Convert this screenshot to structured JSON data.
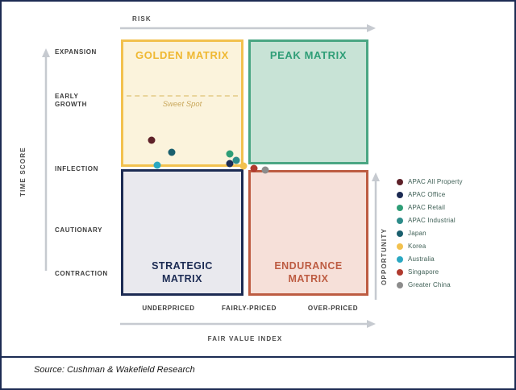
{
  "axes": {
    "risk_label": "RISK",
    "time_score_label": "TIME SCORE",
    "opportunity_label": "OPPORTUNITY",
    "fair_value_label": "FAIR VALUE INDEX",
    "y_ticks": [
      "EXPANSION",
      "EARLY GROWTH",
      "INFLECTION",
      "CAUTIONARY",
      "CONTRACTION"
    ],
    "x_ticks": [
      "UNDERPRICED",
      "FAIRLY-PRICED",
      "OVER-PRICED"
    ]
  },
  "quadrants": {
    "golden": {
      "title": "GOLDEN MATRIX",
      "sweet_spot": "Sweet Spot",
      "border": "#F2C14E",
      "fill": "#FBF3DC",
      "title_color": "#EFB832"
    },
    "peak": {
      "title": "PEAK MATRIX",
      "border": "#4AA683",
      "fill": "#C8E3D6",
      "title_color": "#2F9E77"
    },
    "strategic": {
      "title": "STRATEGIC MATRIX",
      "border": "#1C2B53",
      "fill": "#E9E9EE",
      "title_color": "#1C2B53"
    },
    "endurance": {
      "title": "ENDURANCE MATRIX",
      "border": "#BD5C42",
      "fill": "#F6E0D9",
      "title_color": "#BD5C42"
    }
  },
  "legend": [
    {
      "label": "APAC All Property",
      "color": "#5E2129"
    },
    {
      "label": "APAC Office",
      "color": "#1C2B53"
    },
    {
      "label": "APAC Retail",
      "color": "#2F9E77"
    },
    {
      "label": "APAC Industrial",
      "color": "#2E8C8A"
    },
    {
      "label": "Japan",
      "color": "#1A5F6E"
    },
    {
      "label": "Korea",
      "color": "#F2C14E"
    },
    {
      "label": "Australia",
      "color": "#2BA8C2"
    },
    {
      "label": "Singapore",
      "color": "#B03A2E"
    },
    {
      "label": "Greater China",
      "color": "#8C8C8C"
    }
  ],
  "points": [
    {
      "label": "APAC All Property",
      "color": "#5E2129",
      "x_pct": 12.4,
      "y_pct": 39.3
    },
    {
      "label": "Japan",
      "color": "#1A5F6E",
      "x_pct": 20.5,
      "y_pct": 44.0
    },
    {
      "label": "Australia",
      "color": "#2BA8C2",
      "x_pct": 14.7,
      "y_pct": 49.1
    },
    {
      "label": "APAC Retail",
      "color": "#2F9E77",
      "x_pct": 44.0,
      "y_pct": 44.7
    },
    {
      "label": "APAC Office",
      "color": "#1C2B53",
      "x_pct": 44.0,
      "y_pct": 48.4
    },
    {
      "label": "APAC Industrial",
      "color": "#2E8C8A",
      "x_pct": 46.6,
      "y_pct": 47.2
    },
    {
      "label": "Korea",
      "color": "#F2C14E",
      "x_pct": 49.5,
      "y_pct": 49.4
    },
    {
      "label": "Singapore",
      "color": "#B03A2E",
      "x_pct": 53.7,
      "y_pct": 50.3
    },
    {
      "label": "Greater China",
      "color": "#8C8C8C",
      "x_pct": 58.3,
      "y_pct": 50.9
    }
  ],
  "source_note": "Source: Cushman & Wakefield Research",
  "chart_data": {
    "type": "scatter",
    "title": "Fair Value Index vs Time Score quadrant matrix",
    "xlabel": "FAIR VALUE INDEX",
    "ylabel": "TIME SCORE",
    "top_axis_label": "RISK",
    "right_axis_label": "OPPORTUNITY",
    "x_ticks": [
      "UNDERPRICED",
      "FAIRLY-PRICED",
      "OVER-PRICED"
    ],
    "y_ticks_top_to_bottom": [
      "EXPANSION",
      "EARLY GROWTH",
      "INFLECTION",
      "CAUTIONARY",
      "CONTRACTION"
    ],
    "grid": false,
    "legend_position": "right",
    "quadrants": [
      {
        "name": "GOLDEN MATRIX",
        "position": "top-left",
        "note": "contains dashed Sweet Spot zone"
      },
      {
        "name": "PEAK MATRIX",
        "position": "top-right"
      },
      {
        "name": "STRATEGIC MATRIX",
        "position": "bottom-left"
      },
      {
        "name": "ENDURANCE MATRIX",
        "position": "bottom-right"
      }
    ],
    "points": [
      {
        "name": "APAC All Property",
        "quadrant": "Golden Matrix",
        "reading": "underpriced, between Inflection and Early Growth",
        "x_pct_from_left": 12.4,
        "y_pct_from_bottom": 60.7
      },
      {
        "name": "Japan",
        "quadrant": "Golden Matrix",
        "reading": "underpriced, above Inflection",
        "x_pct_from_left": 20.5,
        "y_pct_from_bottom": 56.0
      },
      {
        "name": "Australia",
        "quadrant": "Golden Matrix",
        "reading": "underpriced, at Inflection",
        "x_pct_from_left": 14.7,
        "y_pct_from_bottom": 50.9
      },
      {
        "name": "APAC Retail",
        "quadrant": "Golden Matrix",
        "reading": "near fairly-priced, above Inflection",
        "x_pct_from_left": 44.0,
        "y_pct_from_bottom": 55.3
      },
      {
        "name": "APAC Office",
        "quadrant": "Golden Matrix",
        "reading": "near fairly-priced, at Inflection",
        "x_pct_from_left": 44.0,
        "y_pct_from_bottom": 51.6
      },
      {
        "name": "APAC Industrial",
        "quadrant": "Golden Matrix",
        "reading": "near fairly-priced, just above Inflection",
        "x_pct_from_left": 46.6,
        "y_pct_from_bottom": 52.8
      },
      {
        "name": "Korea",
        "quadrant": "Golden Matrix edge",
        "reading": "fairly-priced, at Inflection",
        "x_pct_from_left": 49.5,
        "y_pct_from_bottom": 50.6
      },
      {
        "name": "Singapore",
        "quadrant": "boundary",
        "reading": "fairly-priced, at Inflection",
        "x_pct_from_left": 53.7,
        "y_pct_from_bottom": 49.7
      },
      {
        "name": "Greater China",
        "quadrant": "Endurance Matrix edge",
        "reading": "slightly over-priced side, at Inflection",
        "x_pct_from_left": 58.3,
        "y_pct_from_bottom": 49.1
      }
    ]
  }
}
